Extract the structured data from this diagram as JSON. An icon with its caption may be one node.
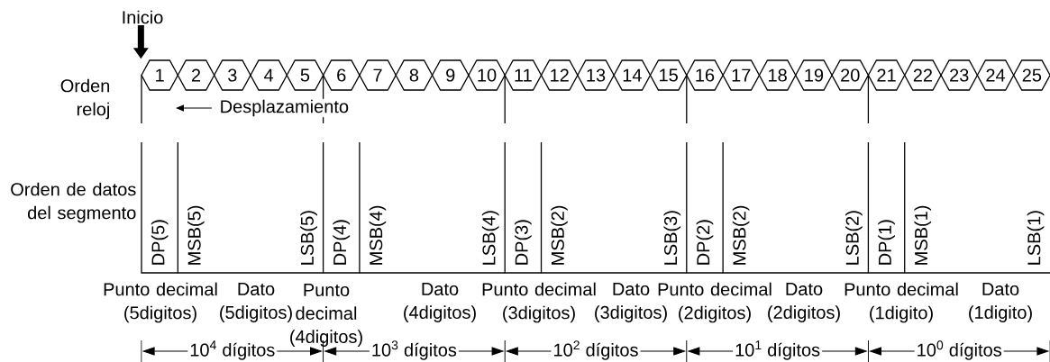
{
  "diagram": {
    "nodes": [
      {
        "text": [
          "Inicio"
        ]
      },
      {
        "text": [
          "1"
        ]
      },
      {
        "text": [
          "2"
        ]
      },
      {
        "text": [
          "3"
        ]
      },
      {
        "text": [
          "4"
        ]
      },
      {
        "text": [
          "5"
        ]
      },
      {
        "text": [
          "6"
        ]
      },
      {
        "text": [
          "7"
        ]
      },
      {
        "text": [
          "8"
        ]
      },
      {
        "text": [
          "9"
        ]
      },
      {
        "text": [
          "10"
        ]
      },
      {
        "text": [
          "11"
        ]
      },
      {
        "text": [
          "12"
        ]
      },
      {
        "text": [
          "13"
        ]
      },
      {
        "text": [
          "14"
        ]
      },
      {
        "text": [
          "15"
        ]
      },
      {
        "text": [
          "16"
        ]
      },
      {
        "text": [
          "17"
        ]
      },
      {
        "text": [
          "18"
        ]
      },
      {
        "text": [
          "19"
        ]
      },
      {
        "text": [
          "20"
        ]
      },
      {
        "text": [
          "21"
        ]
      },
      {
        "text": [
          "22"
        ]
      },
      {
        "text": [
          "23"
        ]
      },
      {
        "text": [
          "24"
        ]
      },
      {
        "text": [
          "25"
        ]
      },
      {
        "text": [
          "DP(5)"
        ]
      },
      {
        "text": [
          "MSB(5)",
          "LSB(5)"
        ]
      },
      {
        "text": [
          "DP(4)"
        ]
      },
      {
        "text": [
          "MSB(4)",
          "LSB(4)"
        ]
      },
      {
        "text": [
          "DP(3)"
        ]
      },
      {
        "text": [
          "MSB(2)",
          "LSB(3)"
        ]
      },
      {
        "text": [
          "DP(2)"
        ]
      },
      {
        "text": [
          "MSB(2)",
          "LSB(2)"
        ]
      },
      {
        "text": [
          "DP(1)"
        ]
      },
      {
        "text": [
          "MSB(1)",
          "LSB(1)"
        ]
      }
    ],
    "edges": [
      {
        "from": 0,
        "to": 1,
        "arrow": "to"
      }
    ],
    "labels": [
      "Orden reloj",
      "Desplazamiento",
      "Orden de datos del segmento",
      "Punto decimal (5digitos)",
      "Dato (5digitos)",
      "Punto decimal (4digitos)",
      "Dato (4digitos)",
      "Punto decimal (3digitos)",
      "Dato (3digitos)",
      "Punto decimal (2digitos)",
      "Dato (2digitos)",
      "Punto decimal (1digito)",
      "Dato (1digito)",
      "10$^{4}$ dígitos",
      "10$^{3}$ dígitos",
      "10$^{2}$ dígitos",
      "10$^{1}$ dígitos",
      "10$^{0}$ dígitos"
    ]
  }
}
